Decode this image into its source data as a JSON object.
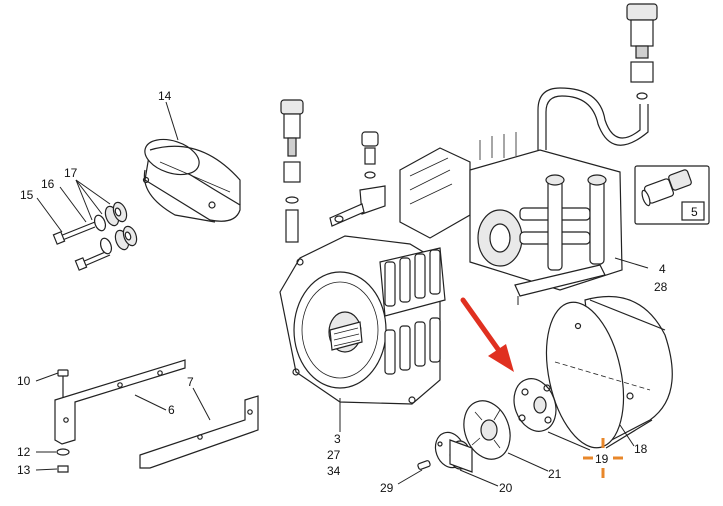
{
  "colors": {
    "line": "#222222",
    "arrow": "#e03020",
    "highlight_mark": "#e8872a"
  },
  "callouts": {
    "c14": "14",
    "c17": "17",
    "c16": "16",
    "c15": "15",
    "c4": "4",
    "c28": "28",
    "c5": "5",
    "c10": "10",
    "c6": "6",
    "c7": "7",
    "c12": "12",
    "c13": "13",
    "c3": "3",
    "c27": "27",
    "c34": "34",
    "c18": "18",
    "c19": "19",
    "c21": "21",
    "c20": "20",
    "c29": "29"
  }
}
